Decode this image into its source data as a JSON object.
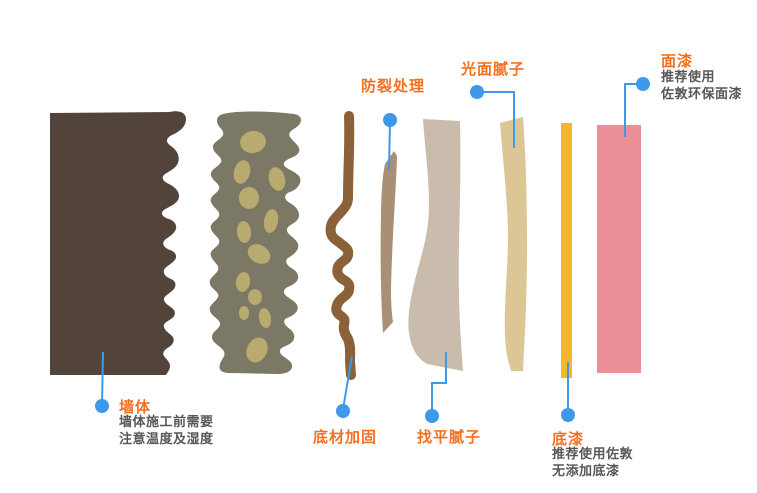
{
  "colors": {
    "background": "#ffffff",
    "label_orange": "#f4701f",
    "desc_gray": "#595757",
    "connector_blue": "#3e9ae9",
    "wall_brown": "#52433b",
    "concrete_gray": "#7b7866",
    "concrete_spot": "#b9aa70",
    "reinforce_brown": "#8a6139",
    "crack_tan": "#a98f74",
    "leveling_taupe": "#c9bcad",
    "smooth_beige": "#dcc695",
    "primer_yellow": "#f8b62d",
    "topcoat_pink": "#ec8e96"
  },
  "layers": {
    "wall": {
      "label": "墙体",
      "desc": [
        "墙体施工前需要",
        "注意温度及湿度"
      ]
    },
    "reinforce": {
      "label": "底材加固"
    },
    "crack": {
      "label": "防裂处理"
    },
    "leveling": {
      "label": "找平腻子"
    },
    "smooth": {
      "label": "光面腻子"
    },
    "primer": {
      "label": "底漆",
      "desc": [
        "推荐使用佐敦",
        "无添加底漆"
      ]
    },
    "topcoat": {
      "label": "面漆",
      "desc": [
        "推荐使用",
        "佐敦环保面漆"
      ]
    }
  }
}
